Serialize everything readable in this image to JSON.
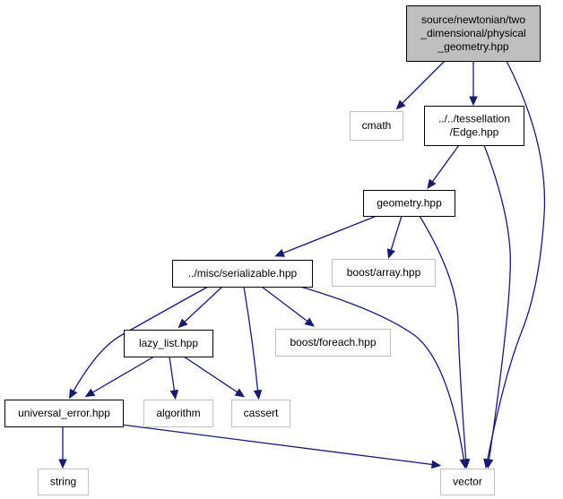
{
  "colors": {
    "edge": "#191970",
    "root_fill": "#bfbfbf",
    "node_border": "#000000",
    "external_border": "#bfbfbf",
    "text": "#000000"
  },
  "graph": {
    "nodes": [
      {
        "id": "root",
        "lines": [
          "source/newtonian/two",
          "_dimensional/physical",
          "_geometry.hpp"
        ],
        "kind": "root"
      },
      {
        "id": "cmath",
        "lines": [
          "cmath"
        ],
        "kind": "external"
      },
      {
        "id": "edge",
        "lines": [
          "../../tessellation",
          "/Edge.hpp"
        ],
        "kind": "local"
      },
      {
        "id": "geometry",
        "lines": [
          "geometry.hpp"
        ],
        "kind": "local"
      },
      {
        "id": "serializable",
        "lines": [
          "../misc/serializable.hpp"
        ],
        "kind": "local"
      },
      {
        "id": "boost_array",
        "lines": [
          "boost/array.hpp"
        ],
        "kind": "external"
      },
      {
        "id": "lazy_list",
        "lines": [
          "lazy_list.hpp"
        ],
        "kind": "local"
      },
      {
        "id": "boost_foreach",
        "lines": [
          "boost/foreach.hpp"
        ],
        "kind": "external"
      },
      {
        "id": "universal_error",
        "lines": [
          "universal_error.hpp"
        ],
        "kind": "local"
      },
      {
        "id": "algorithm",
        "lines": [
          "algorithm"
        ],
        "kind": "external"
      },
      {
        "id": "cassert",
        "lines": [
          "cassert"
        ],
        "kind": "external"
      },
      {
        "id": "string",
        "lines": [
          "string"
        ],
        "kind": "external"
      },
      {
        "id": "vector",
        "lines": [
          "vector"
        ],
        "kind": "external"
      }
    ],
    "edges": [
      {
        "from": "root",
        "to": "cmath"
      },
      {
        "from": "root",
        "to": "edge"
      },
      {
        "from": "root",
        "to": "vector"
      },
      {
        "from": "edge",
        "to": "geometry"
      },
      {
        "from": "edge",
        "to": "vector"
      },
      {
        "from": "geometry",
        "to": "serializable"
      },
      {
        "from": "geometry",
        "to": "boost_array"
      },
      {
        "from": "geometry",
        "to": "vector"
      },
      {
        "from": "serializable",
        "to": "lazy_list"
      },
      {
        "from": "serializable",
        "to": "universal_error"
      },
      {
        "from": "serializable",
        "to": "cassert"
      },
      {
        "from": "serializable",
        "to": "boost_foreach"
      },
      {
        "from": "serializable",
        "to": "vector"
      },
      {
        "from": "lazy_list",
        "to": "universal_error"
      },
      {
        "from": "lazy_list",
        "to": "algorithm"
      },
      {
        "from": "lazy_list",
        "to": "cassert"
      },
      {
        "from": "universal_error",
        "to": "string"
      },
      {
        "from": "universal_error",
        "to": "vector"
      }
    ]
  }
}
